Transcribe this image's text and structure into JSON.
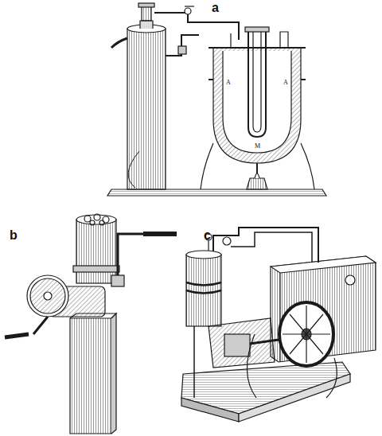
{
  "diagram": {
    "labels": [
      "a",
      "b",
      "c",
      "A",
      "M",
      "A"
    ]
  }
}
